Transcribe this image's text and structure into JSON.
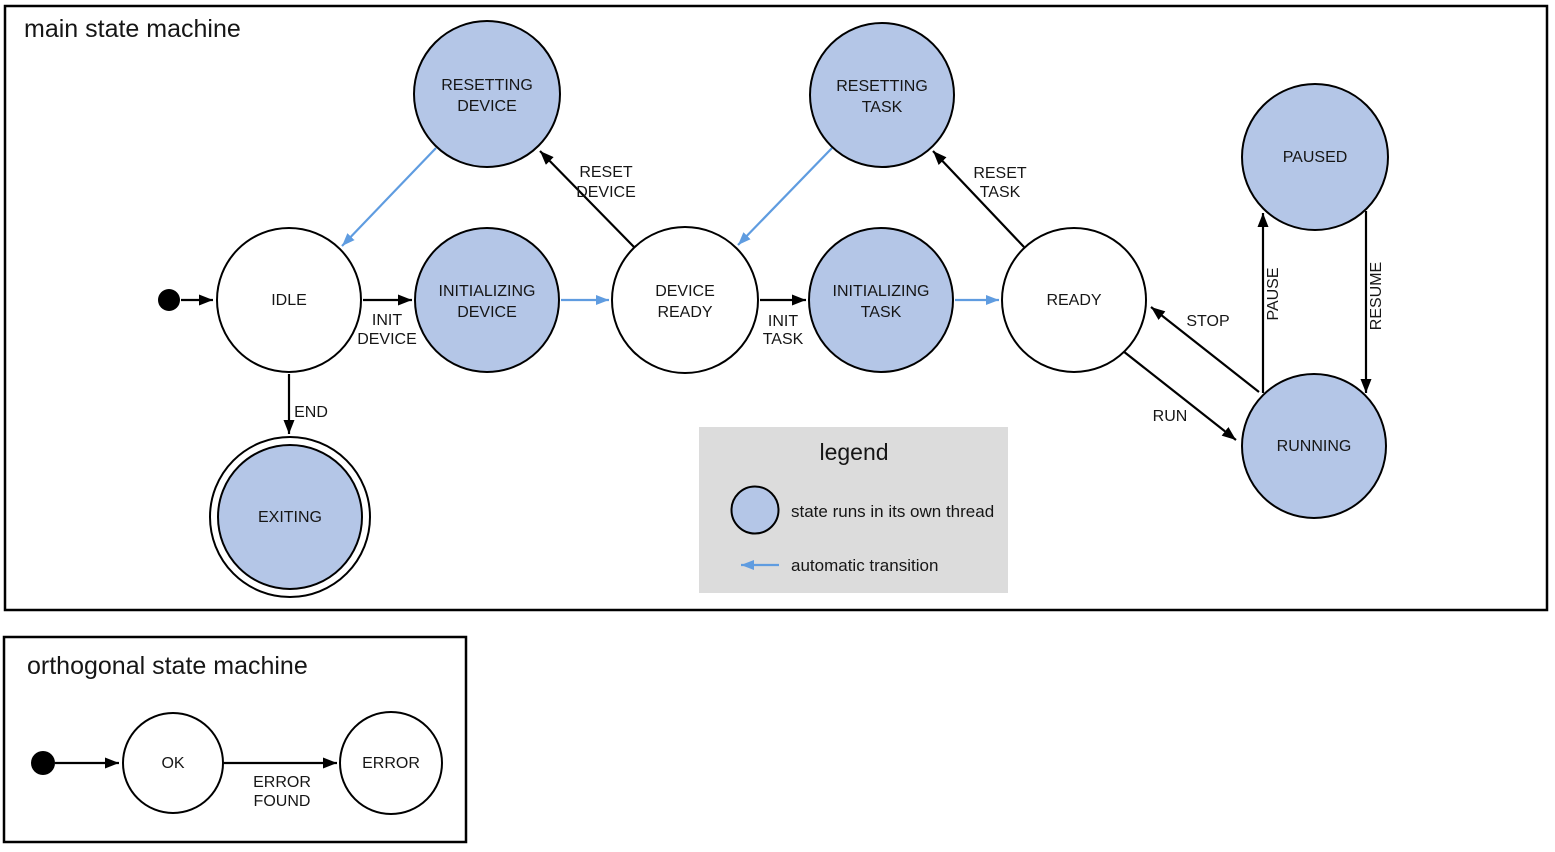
{
  "main": {
    "title": "main state machine",
    "states": {
      "idle": "IDLE",
      "resetting_device": [
        "RESETTING",
        "DEVICE"
      ],
      "initializing_device": [
        "INITIALIZING",
        "DEVICE"
      ],
      "device_ready": [
        "DEVICE",
        "READY"
      ],
      "resetting_task": [
        "RESETTING",
        "TASK"
      ],
      "initializing_task": [
        "INITIALIZING",
        "TASK"
      ],
      "ready": "READY",
      "paused": "PAUSED",
      "running": "RUNNING",
      "exiting": "EXITING"
    },
    "transitions": {
      "init_device": [
        "INIT",
        "DEVICE"
      ],
      "reset_device": [
        "RESET",
        "DEVICE"
      ],
      "init_task": [
        "INIT",
        "TASK"
      ],
      "reset_task": [
        "RESET",
        "TASK"
      ],
      "end": "END",
      "stop": "STOP",
      "run": "RUN",
      "pause": "PAUSE",
      "resume": "RESUME"
    },
    "legend": {
      "title": "legend",
      "thread_item": "state runs in its own thread",
      "auto_item": "automatic transition"
    }
  },
  "orthogonal": {
    "title": "orthogonal state machine",
    "states": {
      "ok": "OK",
      "error": "ERROR"
    },
    "transitions": {
      "error_found": [
        "ERROR",
        "FOUND"
      ]
    }
  },
  "colors": {
    "state_thread_fill": "#b4c6e7",
    "automatic_transition": "#5f9ce0",
    "legend_background": "#dcdcdc",
    "outline": "#000000"
  }
}
